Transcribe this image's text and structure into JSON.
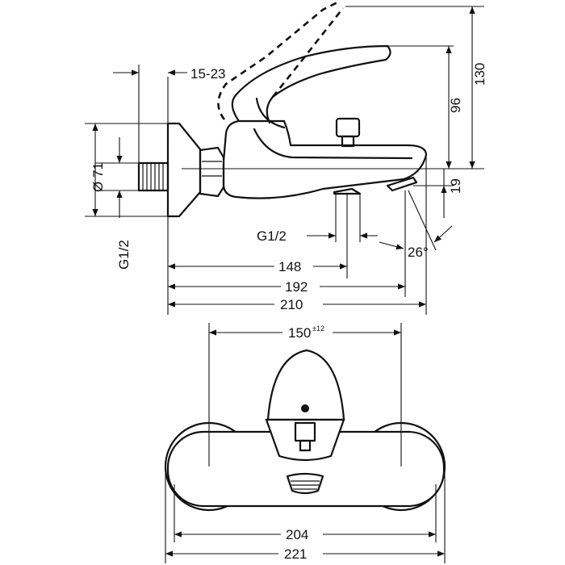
{
  "dimensions": {
    "side": {
      "wall_range": "15-23",
      "diameter": "Ø 71",
      "g_half_vertical": "G1/2",
      "g_half_outlet": "G1/2",
      "height_130": "130",
      "height_96": "96",
      "height_19": "19",
      "angle": "26°",
      "len_148": "148",
      "len_192": "192",
      "len_210": "210"
    },
    "front": {
      "centers": "150",
      "tolerance": "±12",
      "width_204": "204",
      "width_221": "221"
    }
  }
}
